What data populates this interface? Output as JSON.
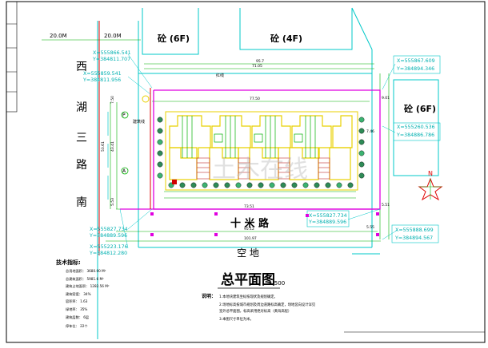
{
  "road_width_left": "20.0M",
  "road_width_right": "20.0M",
  "buildings": {
    "top_left": "砼 (6F)",
    "top_right": "砼 (4F)",
    "right": "砼 (6F)"
  },
  "road_west": [
    "西",
    "湖",
    "三",
    "路",
    "南"
  ],
  "road_south": "十 米 路",
  "open_ground": "空   地",
  "coords": {
    "c1": [
      "X=555866.541",
      "Y=384811.707"
    ],
    "c2": [
      "X=555859.541",
      "Y=384811.956"
    ],
    "c3": [
      "X=555867.609",
      "Y=384894.346"
    ],
    "c4": [
      "X=555260.536",
      "Y=384886.786"
    ],
    "c5": [
      "X=555827.734",
      "Y=384889.596"
    ],
    "c6": [
      "X=555827.734",
      "Y=384889.596"
    ],
    "c7": [
      "X=555223.176",
      "Y=384812.280"
    ],
    "c8": [
      "X=555888.699",
      "Y=384894.567"
    ]
  },
  "dims": {
    "top_total": "95.7",
    "top_inner": "71.05",
    "mid": "77.50",
    "bottom_inner": "73.51",
    "bottom_total": "95.12",
    "bottom_outer": "101.97",
    "left_height": "53.61",
    "left_inner": "43.41",
    "left_a": "7.50",
    "left_b": "5.53",
    "right_a": "9.01",
    "right_b": "7.46",
    "right_c": "5.51",
    "bottom_right": "5.55"
  },
  "labels": {
    "red_line": "红线",
    "building_line": "建筑线",
    "north": "N",
    "marker_a": "P",
    "marker_b": "A"
  },
  "watermark": "土木在线",
  "title": "总平面图",
  "scale": "1:500",
  "notes_heading": "说明：",
  "notes": [
    "1.本地块建筑坐标按现状及规划确定。",
    "2.场地标高按城市规划及周边道路标高确定，场地竖向设计详见",
    "   室外总平面图，标高采用绝对标高（黄海高程）",
    "3.本图尺寸单位为米。"
  ],
  "tech_heading": "技术指标:",
  "tech_rows": [
    "总用地面积：  3680.00 M²",
    "总建筑面积：  5981.6 M²",
    "建筑占地面积：  1282.56 M²",
    "建筑密度：  34%",
    "容积率：  1.63",
    "绿地率：  35%",
    "建筑层数：  6层",
    "停车位：  22个"
  ]
}
